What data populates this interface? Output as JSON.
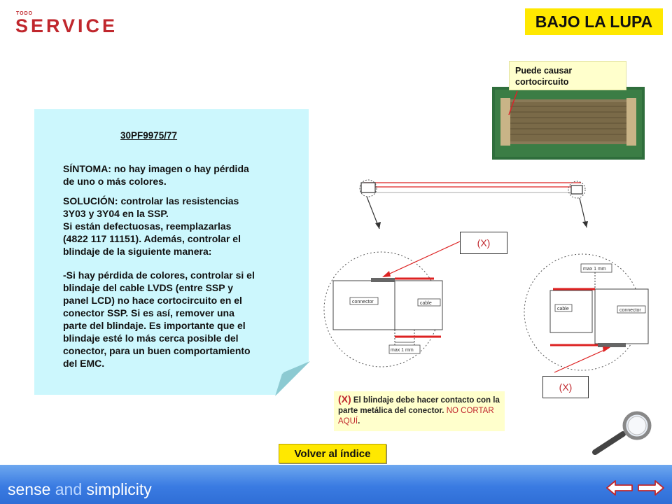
{
  "logo": {
    "small": "TODO",
    "main": "SERVICE"
  },
  "title": "BAJO LA LUPA",
  "note": {
    "model": "30PF9975/77",
    "symptom": "SÍNTOMA: no hay imagen o hay pérdida\nde uno o más colores.",
    "solution": "SOLUCIÓN: controlar las resistencias\n3Y03 y 3Y04 en la SSP.\nSi están defectuosas, reemplazarlas\n(4822 117 11151). Además, controlar el\nblindaje de la siguiente manera:",
    "procedure": "-Si hay pérdida de colores, controlar si el\nblindaje del cable LVDS (entre SSP y\npanel LCD) no hace cortocircuito en el\nconector SSP. Si es así, remover una\nparte del blindaje. Es importante que el\nblindaje esté lo más cerca posible del\nconector, para un buen comportamiento\ndel EMC."
  },
  "photo_callout": "Puede causar\ncortocircuito",
  "diagram": {
    "left_detail": {
      "connector": "connector",
      "cable": "cable",
      "dimension": "max 1 mm"
    },
    "right_detail": {
      "connector": "connector",
      "cable": "cable",
      "dimension": "max 1 mm"
    }
  },
  "x_callouts": {
    "top": "(X)",
    "bottom": "(X)"
  },
  "x_note": {
    "mark": "(X)",
    "text": "El blindaje debe hacer contacto con la parte metálica del conector.",
    "warning": "NO CORTAR AQUÍ",
    "period": "."
  },
  "back_button": "Volver al índice",
  "footer": {
    "word1": "sense ",
    "word2": "and",
    "word3": " simplicity"
  },
  "nav": {
    "prev": "previous-arrow",
    "next": "next-arrow"
  },
  "colors": {
    "brand_red": "#c0272d",
    "accent_yellow": "#ffe800",
    "note_blue": "#ccf7fd",
    "footer_blue": "#3a7be2"
  }
}
